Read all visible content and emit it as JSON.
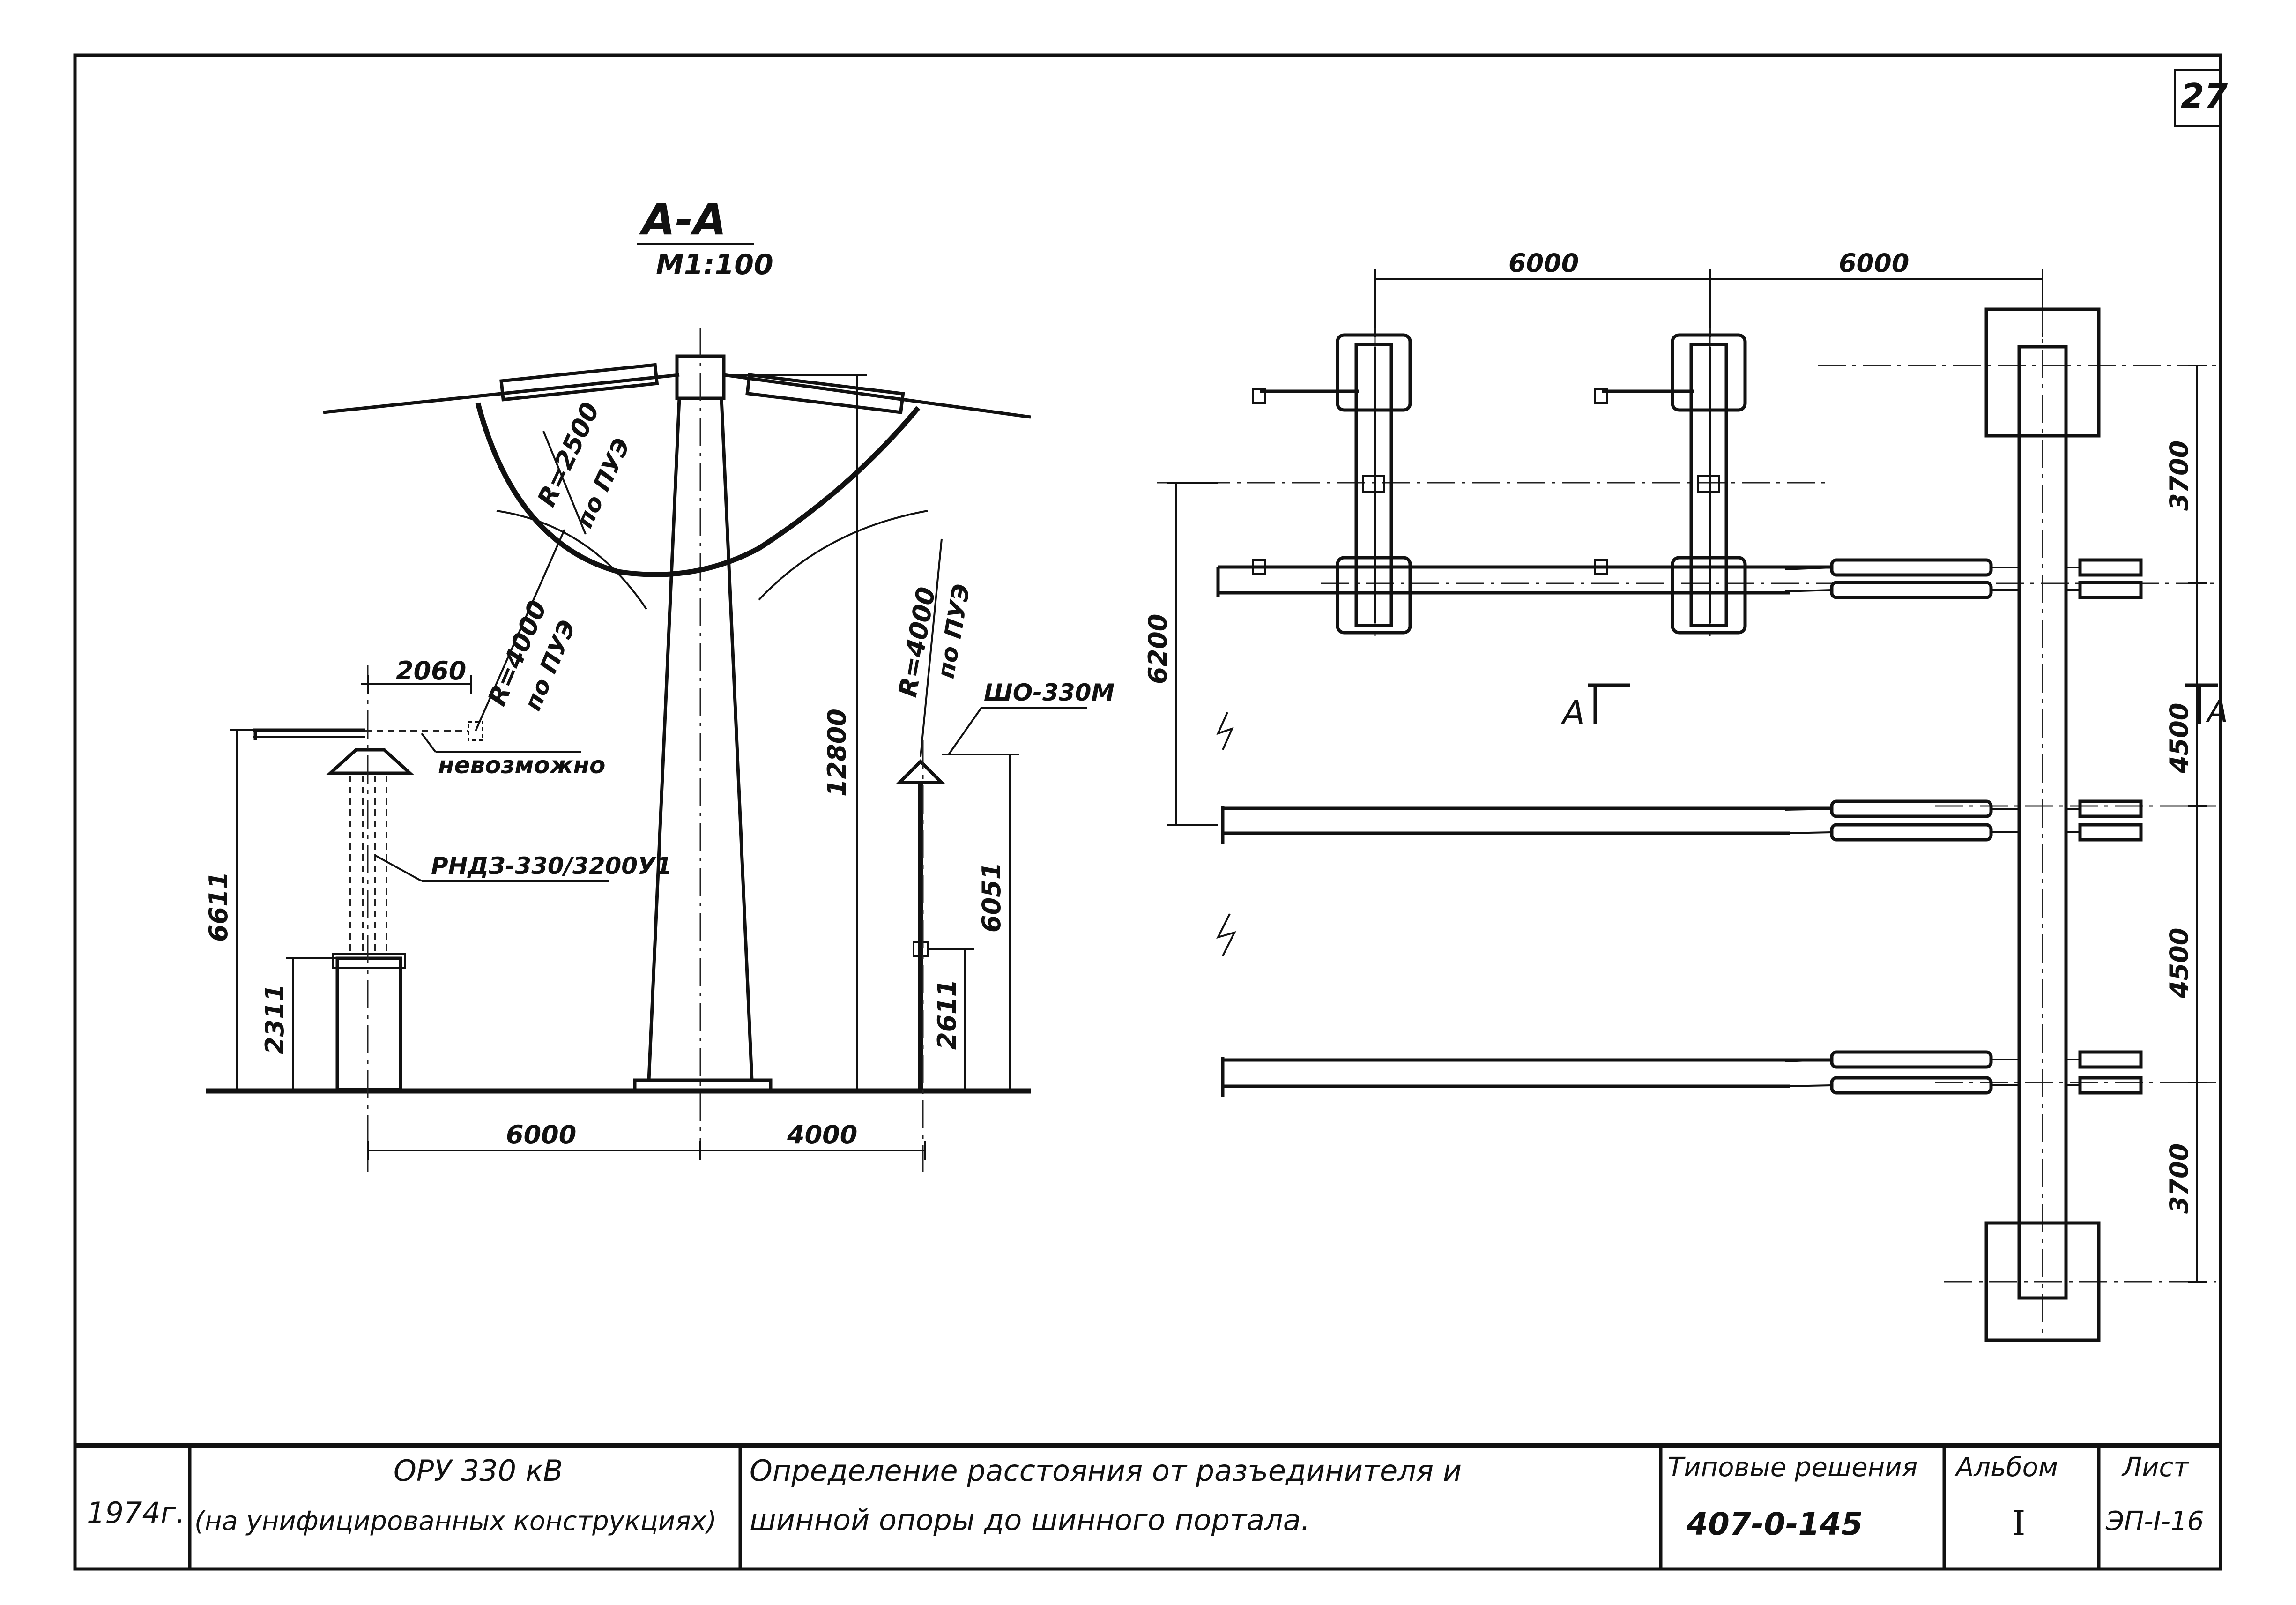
{
  "sheet": {
    "sheet_corner": "27"
  },
  "section_view": {
    "title": "A-A",
    "scale": "M1:100",
    "radius_upper": "R=2500",
    "radius_upper_note": "по ПУЭ",
    "radius_left": "R=4000",
    "radius_left_note": "по ПУЭ",
    "radius_right": "R=4000",
    "radius_right_note": "по ПУЭ",
    "dim_2060": "2060",
    "dim_6611": "6611",
    "dim_2311": "2311",
    "dim_12800": "12800",
    "dim_6051": "6051",
    "dim_2611": "2611",
    "dim_bottom_left": "6000",
    "dim_bottom_right": "4000",
    "label_impossible": "невозможно",
    "label_disconnector": "РНДЗ-330/3200У1",
    "label_support": "ШО-330М"
  },
  "plan_view": {
    "dim_top_left": "6000",
    "dim_top_right": "6000",
    "dim_6200": "6200",
    "dim_3700_top": "3700",
    "dim_4500_a": "4500",
    "dim_4500_b": "4500",
    "dim_3700_bottom": "3700",
    "section_mark_left": "A",
    "section_mark_right": "A"
  },
  "title_block": {
    "year": "1974г.",
    "project_line1": "ОРУ 330 кВ",
    "project_line2": "(на унифицированных конструкциях)",
    "description_line1": "Определение расстояния от разъединителя и",
    "description_line2": "шинной опоры до шинного портала.",
    "series_header": "Типовые решения",
    "series_value": "407-0-145",
    "album_header": "Альбом",
    "album_value": "I",
    "sheet_header": "Лист",
    "sheet_value": "ЭП-I-16"
  }
}
